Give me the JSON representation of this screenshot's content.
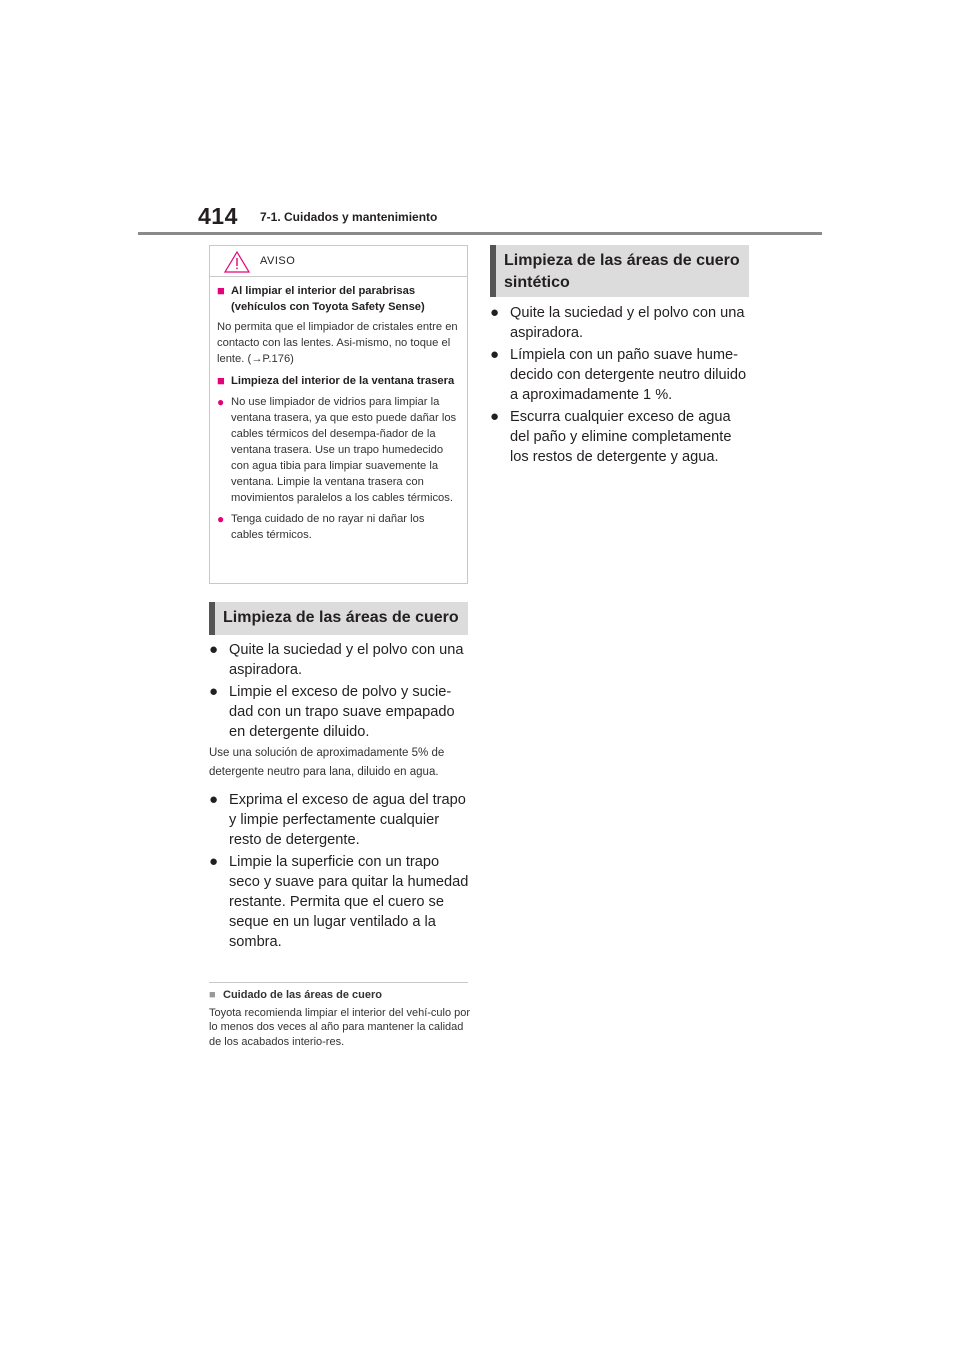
{
  "header": {
    "page_number": "414",
    "section": "7-1. Cuidados y mantenimiento"
  },
  "warning": {
    "label": "AVISO",
    "icon": "warning-triangle-icon",
    "accent_color": "#e60079",
    "sections": [
      {
        "heading": "Al limpiar el interior del parabrisas (vehículos con Toyota Safety Sense)",
        "text": "No permita que el limpiador de cristales entre en contacto con las lentes. Asi-mismo, no toque el lente. (→P.176)"
      },
      {
        "heading": "Limpieza del interior de la ventana trasera",
        "items": [
          "No use limpiador de vidrios para limpiar la ventana trasera, ya que esto puede dañar los cables térmicos del desempa-ñador de la ventana trasera. Use un trapo humedecido con agua tibia para limpiar suavemente la ventana. Limpie la ventana trasera con movimientos paralelos a los cables térmicos.",
          "Tenga cuidado de no rayar ni dañar los cables térmicos."
        ]
      }
    ]
  },
  "leather": {
    "heading": "Limpieza de las áreas de cuero",
    "bullets": [
      "Quite la suciedad y el polvo con una aspiradora.",
      "Limpie el exceso de polvo y sucie-dad con un trapo suave empapado en detergente diluido."
    ],
    "note": "Use una solución de aproximadamente 5% de detergente neutro para lana, diluido en agua.",
    "bullets2": [
      "Exprima el exceso de agua del trapo y limpie perfectamente cualquier resto de detergente.",
      "Limpie la superficie con un trapo seco y suave para quitar la humedad restante. Permita que el cuero se seque en un lugar ventilado a la sombra."
    ]
  },
  "care": {
    "heading": "Cuidado de las áreas de cuero",
    "text": "Toyota recomienda limpiar el interior del vehí-culo por lo menos dos veces al año para mantener la calidad de los acabados interio-res."
  },
  "synthetic": {
    "heading": "Limpieza de las áreas de cuero sintético",
    "bullets": [
      "Quite la suciedad y el polvo con una aspiradora.",
      "Límpiela con un paño suave hume-decido con detergente neutro diluido a aproximadamente 1 %.",
      "Escurra cualquier exceso de agua del paño y elimine completamente los restos de detergente y agua."
    ]
  }
}
